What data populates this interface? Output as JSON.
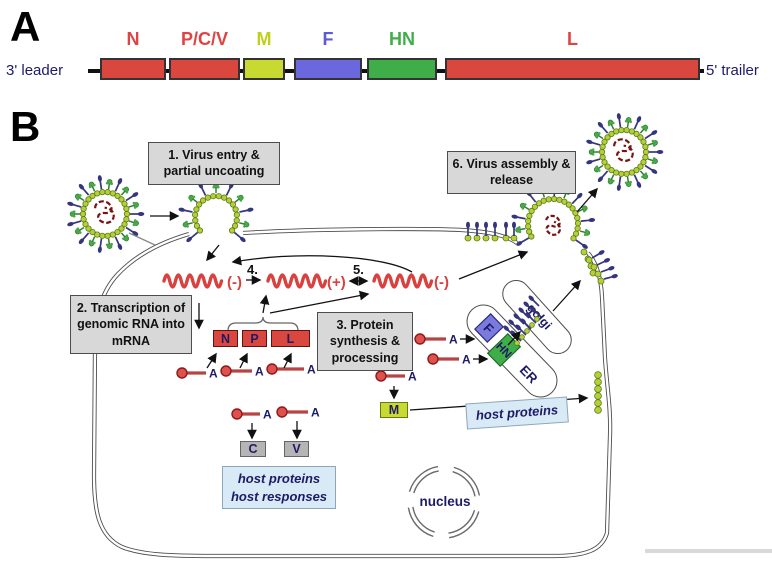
{
  "figure": {
    "panel_a_label": "A",
    "panel_b_label": "B"
  },
  "genome_map": {
    "left_label": "3' leader",
    "right_label": "5' trailer",
    "genes": [
      {
        "label": "N",
        "fill": "#d9473f",
        "label_color": "#e04343"
      },
      {
        "label": "P/C/V",
        "fill": "#d9473f",
        "label_color": "#e04343"
      },
      {
        "label": "M",
        "fill": "#c8d932",
        "label_color": "#bfcf1b"
      },
      {
        "label": "F",
        "fill": "#6b68dd",
        "label_color": "#5b5bd6"
      },
      {
        "label": "HN",
        "fill": "#3fae49",
        "label_color": "#3fae49"
      },
      {
        "label": "L",
        "fill": "#d9473f",
        "label_color": "#e04343"
      }
    ]
  },
  "steps": {
    "step1": "1. Virus entry & partial uncoating",
    "step2": "2. Transcription of genomic RNA into mRNA",
    "step3": "3. Protein synthesis & processing",
    "step4": "4.",
    "step5": "5.",
    "step6": "6. Virus assembly & release"
  },
  "rna": {
    "negative_label": "(-)",
    "positive_label": "(+)",
    "polya_label": "A"
  },
  "proteins": {
    "n": "N",
    "p": "P",
    "l": "L",
    "m": "M",
    "c": "C",
    "v": "V",
    "f": "F",
    "hn": "HN"
  },
  "organelles": {
    "er": "ER",
    "golgi": "golgi",
    "nucleus": "nucleus"
  },
  "annotations": {
    "host_left_line1": "host proteins",
    "host_left_line2": "host responses",
    "host_right": "host proteins"
  },
  "colors": {
    "gene_red": "#d9473f",
    "gene_yellow_green": "#c8d932",
    "gene_blue": "#6b68dd",
    "gene_green": "#3fae49",
    "rna_red": "#d9413e",
    "mrna_line": "#b84343",
    "cap_red": "#e0504d",
    "genome_coil": "#7a1212",
    "navy_text": "#1e1b66",
    "membrane_gray": "#4d4d4d",
    "step_box_gray": "#d8d8d8",
    "host_box_blue": "#d9eaf7",
    "spike_navy": "#35357e",
    "spike_green": "#4aa84a",
    "matrix_dot": "#b5cf36"
  }
}
